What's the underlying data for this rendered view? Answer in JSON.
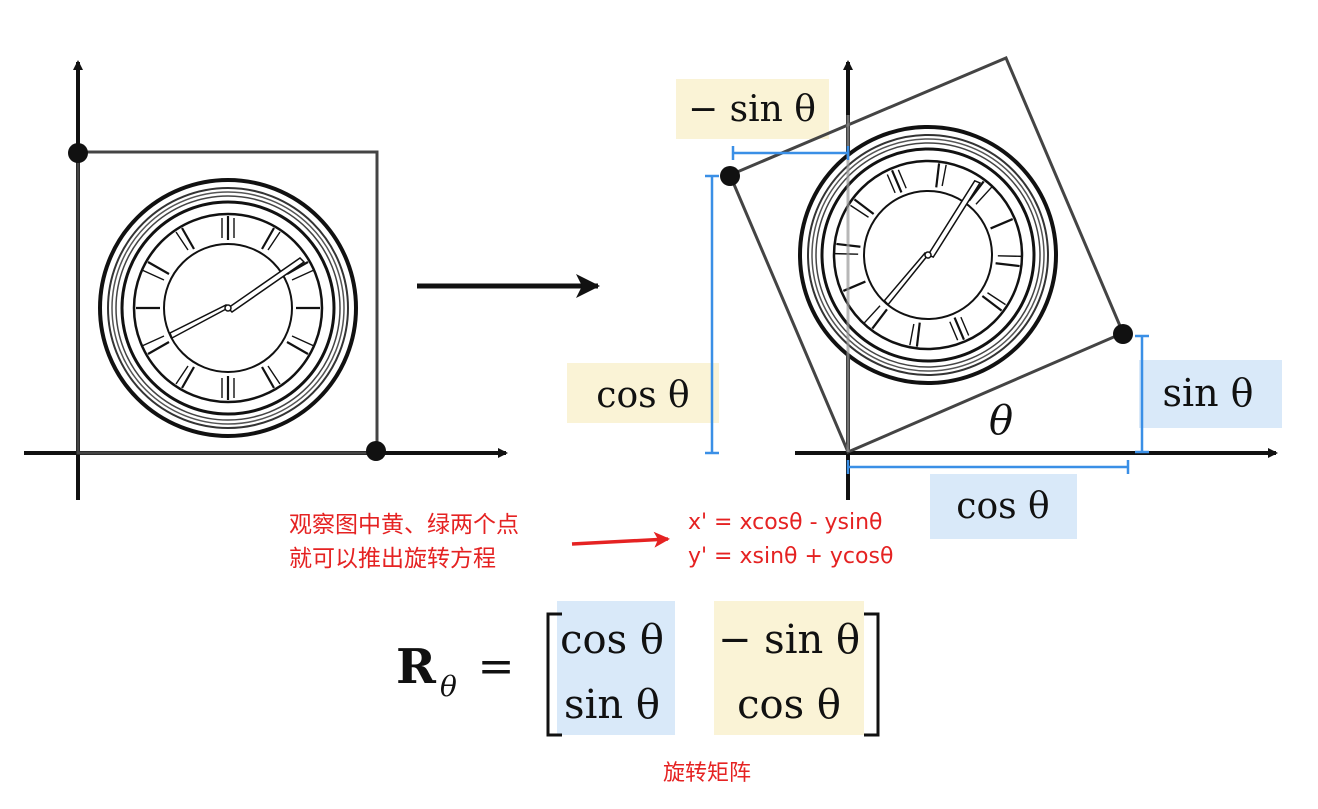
{
  "colors": {
    "yellow_highlight": "#faf3d6",
    "blue_highlight": "#d9e9f9",
    "blue_bracket": "#3a8fe6",
    "annotation_red": "#e52222",
    "line_dark": "#444444"
  },
  "icons": {
    "clock_left": "clock-icon",
    "clock_right": "clock-icon",
    "transform_arrow": "arrow-right-icon",
    "note_arrow": "arrow-right-icon"
  },
  "rotated": {
    "neg_sin_label": "− sin θ",
    "cos_label_left": "cos θ",
    "sin_label_right": "sin θ",
    "theta_label": "θ",
    "cos_label_bottom": "cos θ"
  },
  "annotation": {
    "note_line1": "观察图中黄、绿两个点",
    "note_line2": "就可以推出旋转方程",
    "eq_line1": "x' = xcosθ - ysinθ",
    "eq_line2": "y' = xsinθ + ycosθ"
  },
  "matrix": {
    "lhs_symbol": "R",
    "lhs_subscript": "θ",
    "equals": "=",
    "m11": "cos θ",
    "m12": "− sin θ",
    "m21": "sin θ",
    "m22": "cos θ",
    "caption": "旋转矩阵"
  }
}
